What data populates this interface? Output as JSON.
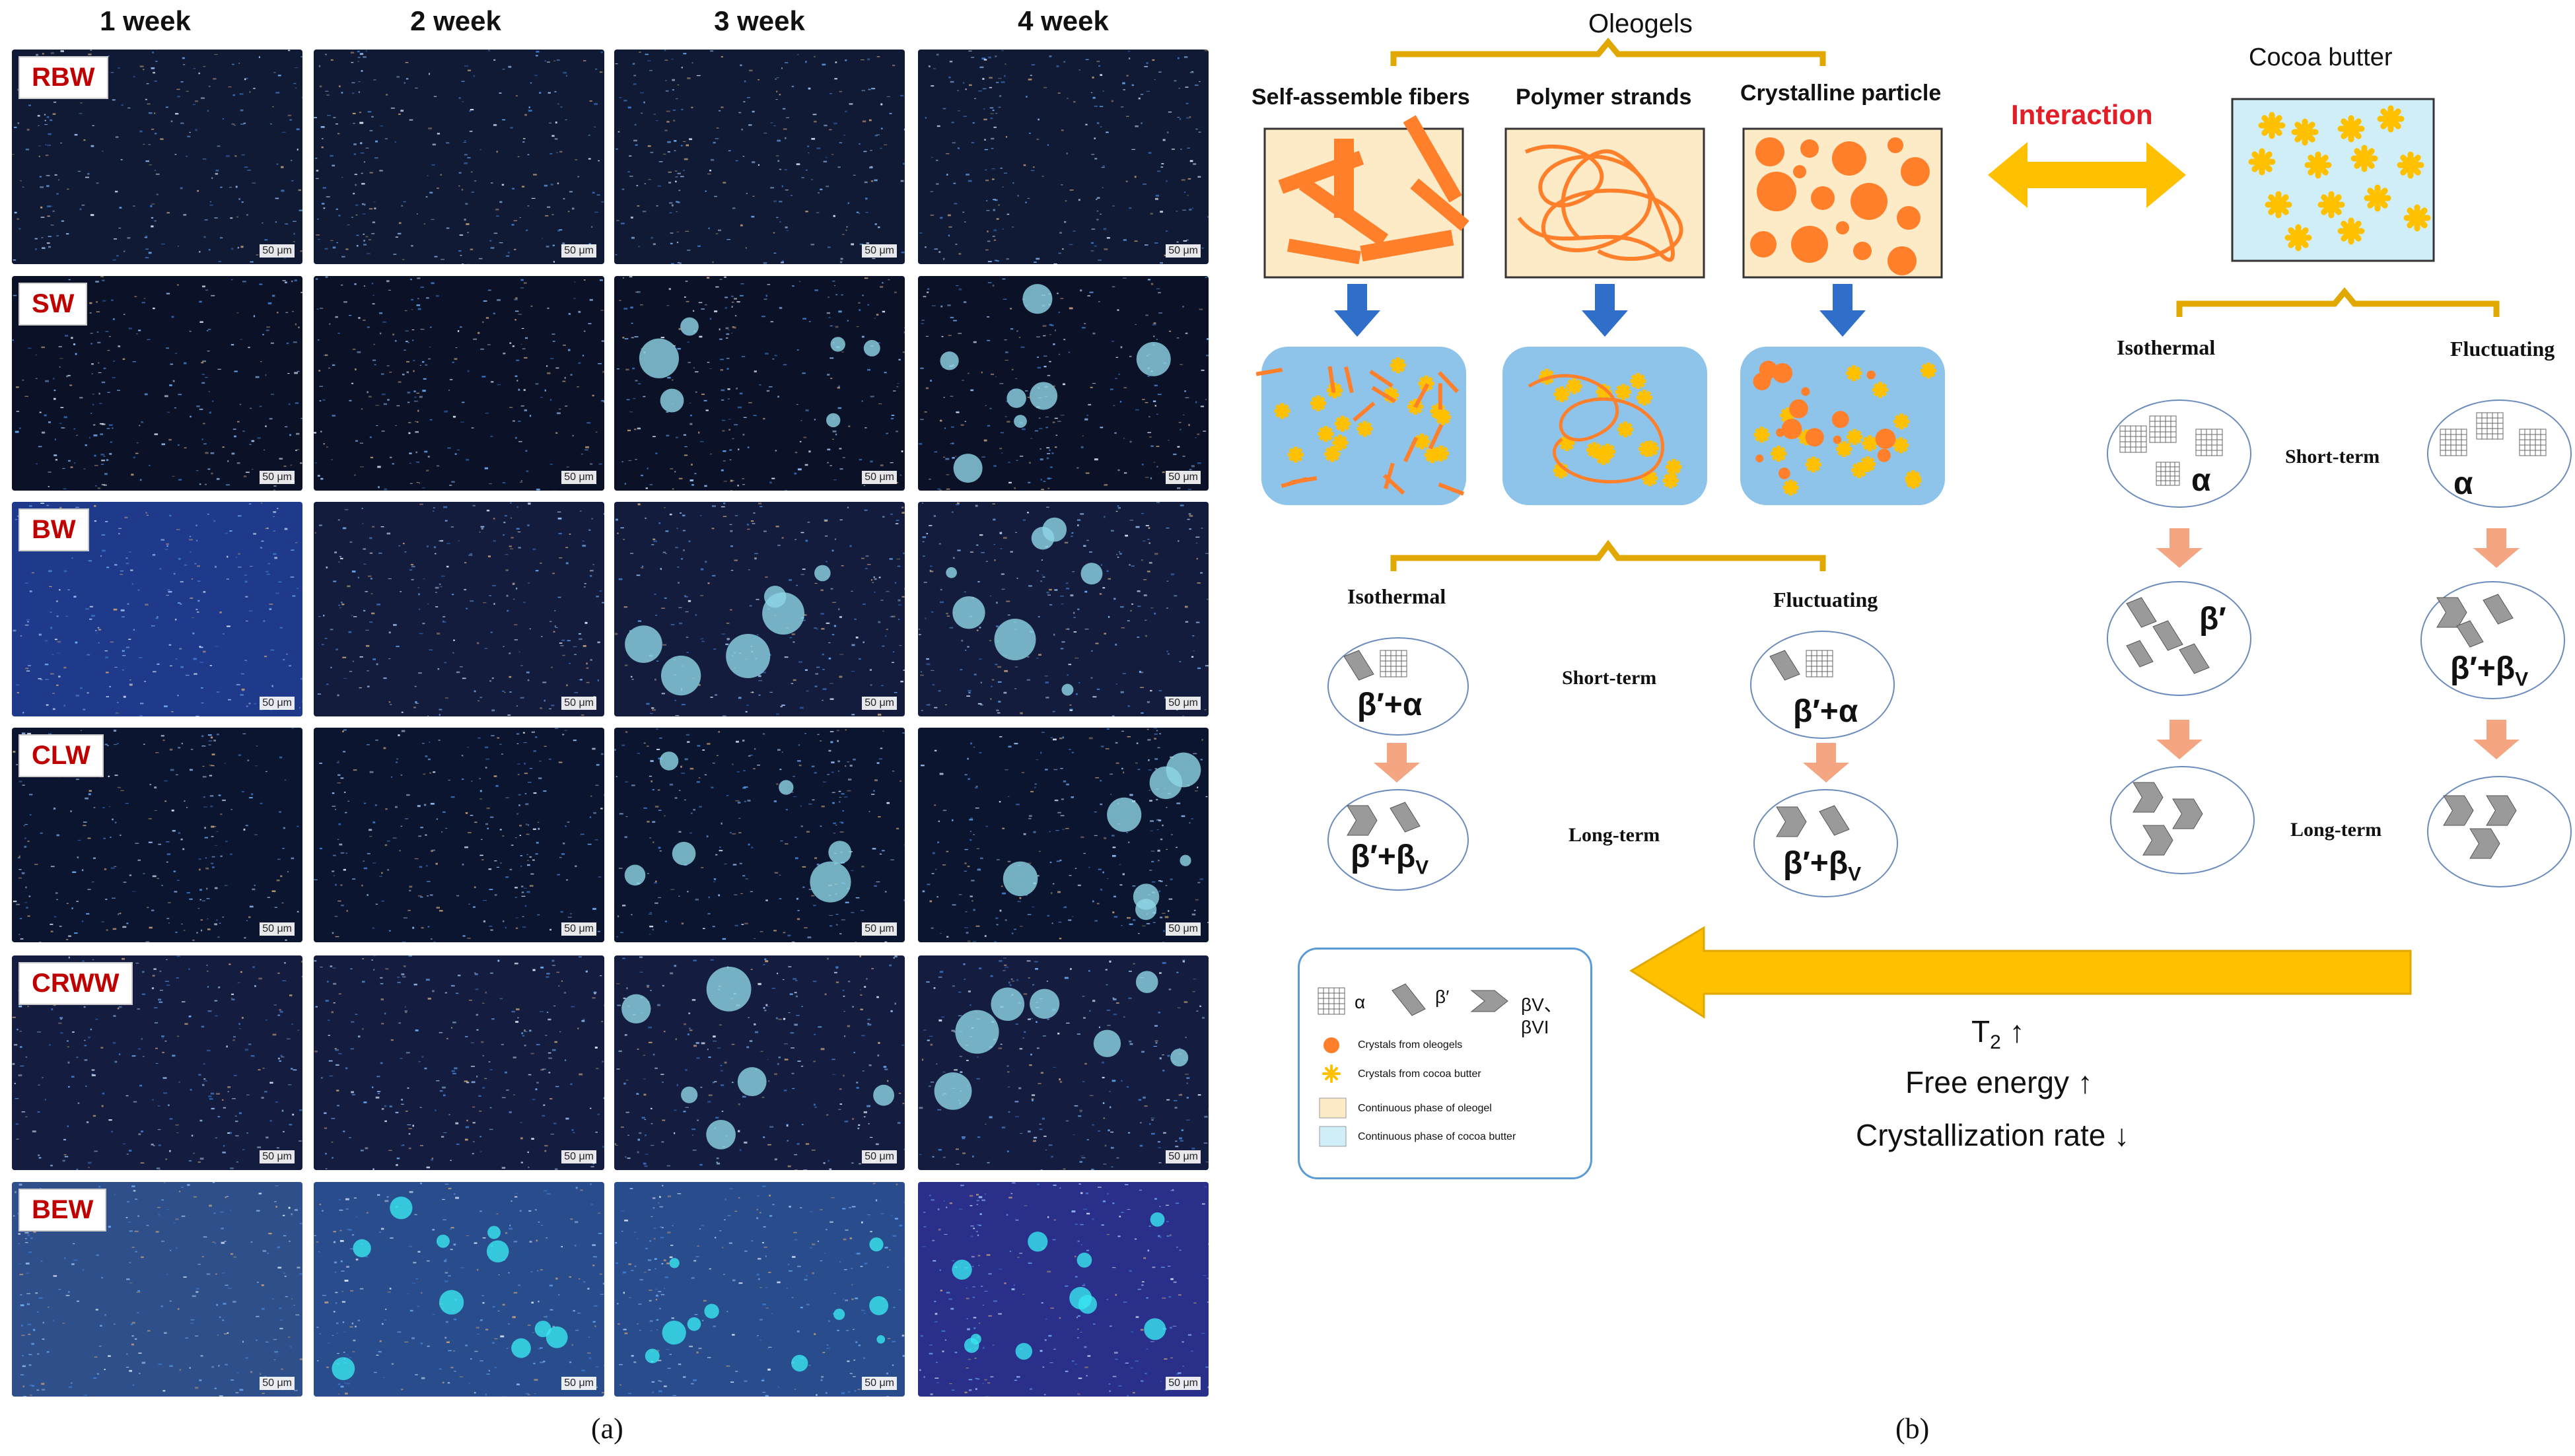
{
  "panel_a": {
    "weeks": [
      "1 week",
      "2 week",
      "3 week",
      "4 week"
    ],
    "samples": [
      "RBW",
      "SW",
      "BW",
      "CLW",
      "CRWW",
      "BEW"
    ],
    "scale_bar": "50 μm",
    "caption": "(a)"
  },
  "panel_b": {
    "oleogels_title": "Oleogels",
    "structures": [
      "Self-assemble fibers",
      "Polymer strands",
      "Crystalline particle"
    ],
    "interaction": "Interaction",
    "cocoa_title": "Cocoa butter",
    "isothermal": "Isothermal",
    "fluctuating": "Fluctuating",
    "short_term": "Short-term",
    "long_term": "Long-term",
    "oleo_iso_short": "β′+α",
    "oleo_iso_long": "β′+βV",
    "oleo_fluc_short": "β′+α",
    "oleo_fluc_long": "β′+βV",
    "cb_iso_short": "α",
    "cb_iso_mid": "β′",
    "cb_fluc_short": "α",
    "cb_fluc_mid": "β′+βV",
    "legend": {
      "alpha": "α",
      "beta_prime": "β′",
      "beta_v": "βV、βVI",
      "crystals_oleogels": "Crystals from oleogels",
      "crystals_cocoa": "Crystals from cocoa butter",
      "phase_oleogel": "Continuous phase of oleogel",
      "phase_cocoa": "Continuous phase of cocoa butter"
    },
    "effects": [
      "T2 ↑",
      "Free energy ↑",
      "Crystallization rate ↓"
    ],
    "caption": "(b)"
  },
  "colors": {
    "label_red": "#c00000",
    "orange": "#ff7f2a",
    "yellow": "#ffc000",
    "bracket_gold": "#e0a800",
    "arrow_blue": "#2f6fc9",
    "oleogel_bg": "#fdebc8",
    "cocoa_bg": "#cfeef8",
    "blob_bg": "#8ec3ea"
  }
}
